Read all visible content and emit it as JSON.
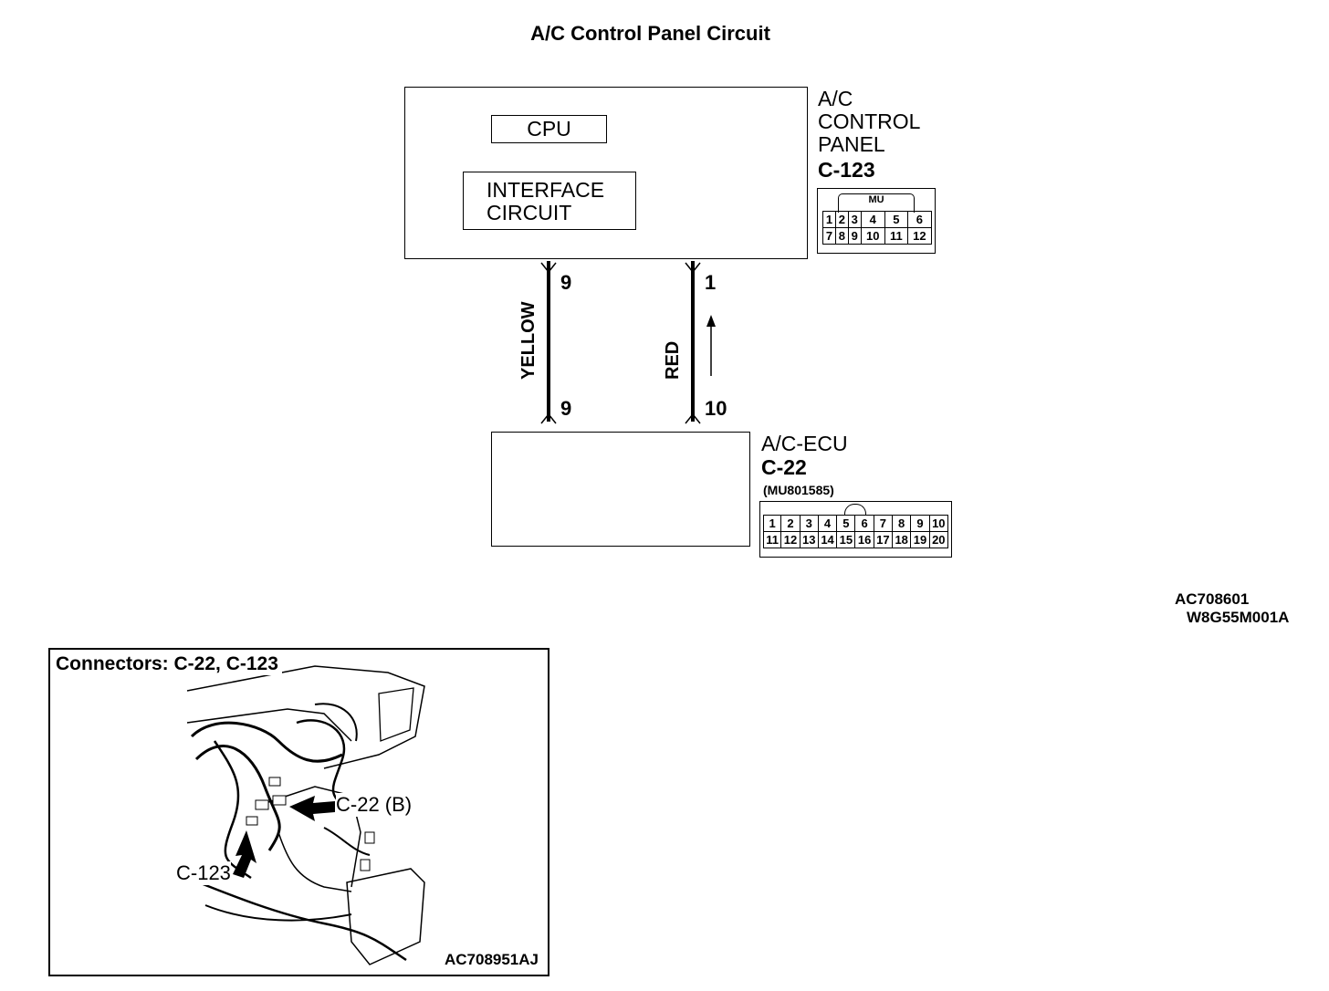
{
  "title": "A/C Control Panel Circuit",
  "panel": {
    "cpu_label": "CPU",
    "interface_label": "INTERFACE\nCIRCUIT",
    "name_lines": "A/C\nCONTROL\nPANEL",
    "connector_id": "C-123",
    "connector_tag": "MU",
    "pins_row1": [
      "1",
      "2",
      "3",
      "4",
      "5",
      "6"
    ],
    "pins_row2": [
      "7",
      "8",
      "9",
      "10",
      "11",
      "12"
    ]
  },
  "wires": [
    {
      "color_label": "YELLOW",
      "panel_pin": "9",
      "ecu_pin": "9"
    },
    {
      "color_label": "RED",
      "panel_pin": "1",
      "ecu_pin": "10"
    }
  ],
  "ecu": {
    "name": "A/C-ECU",
    "connector_id": "C-22",
    "part_number": "(MU801585)",
    "pins_row1": [
      "1",
      "2",
      "3",
      "4",
      "5",
      "6",
      "7",
      "8",
      "9",
      "10"
    ],
    "pins_row2": [
      "11",
      "12",
      "13",
      "14",
      "15",
      "16",
      "17",
      "18",
      "19",
      "20"
    ]
  },
  "refs": {
    "code1": "AC708601",
    "code2": "W8G55M001A"
  },
  "inset": {
    "title": "Connectors: C-22, C-123",
    "callout_c22": "C-22 (B)",
    "callout_c123": "C-123",
    "code": "AC708951AJ"
  }
}
